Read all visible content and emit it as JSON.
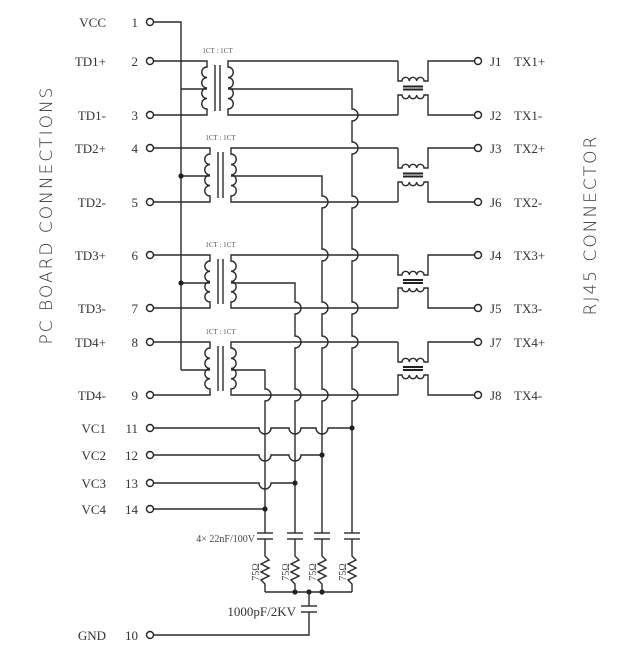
{
  "left_title": "PC BOARD CONNECTIONS",
  "right_title": "RJ45 CONNECTOR",
  "left_pins": [
    {
      "name": "VCC",
      "num": "1"
    },
    {
      "name": "TD1+",
      "num": "2"
    },
    {
      "name": "TD1-",
      "num": "3"
    },
    {
      "name": "TD2+",
      "num": "4"
    },
    {
      "name": "TD2-",
      "num": "5"
    },
    {
      "name": "TD3+",
      "num": "6"
    },
    {
      "name": "TD3-",
      "num": "7"
    },
    {
      "name": "TD4+",
      "num": "8"
    },
    {
      "name": "TD4-",
      "num": "9"
    },
    {
      "name": "VC1",
      "num": "11"
    },
    {
      "name": "VC2",
      "num": "12"
    },
    {
      "name": "VC3",
      "num": "13"
    },
    {
      "name": "VC4",
      "num": "14"
    },
    {
      "name": "GND",
      "num": "10"
    }
  ],
  "right_pins": [
    {
      "j": "J1",
      "sig": "TX1+"
    },
    {
      "j": "J2",
      "sig": "TX1-"
    },
    {
      "j": "J3",
      "sig": "TX2+"
    },
    {
      "j": "J6",
      "sig": "TX2-"
    },
    {
      "j": "J4",
      "sig": "TX3+"
    },
    {
      "j": "J5",
      "sig": "TX3-"
    },
    {
      "j": "J7",
      "sig": "TX4+"
    },
    {
      "j": "J8",
      "sig": "TX4-"
    }
  ],
  "transformer_ratio": "1CT : 1CT",
  "cap_label": "4× 22nF/100V",
  "resistor_label": "75Ω",
  "hv_cap_label": "1000pF/2KV"
}
